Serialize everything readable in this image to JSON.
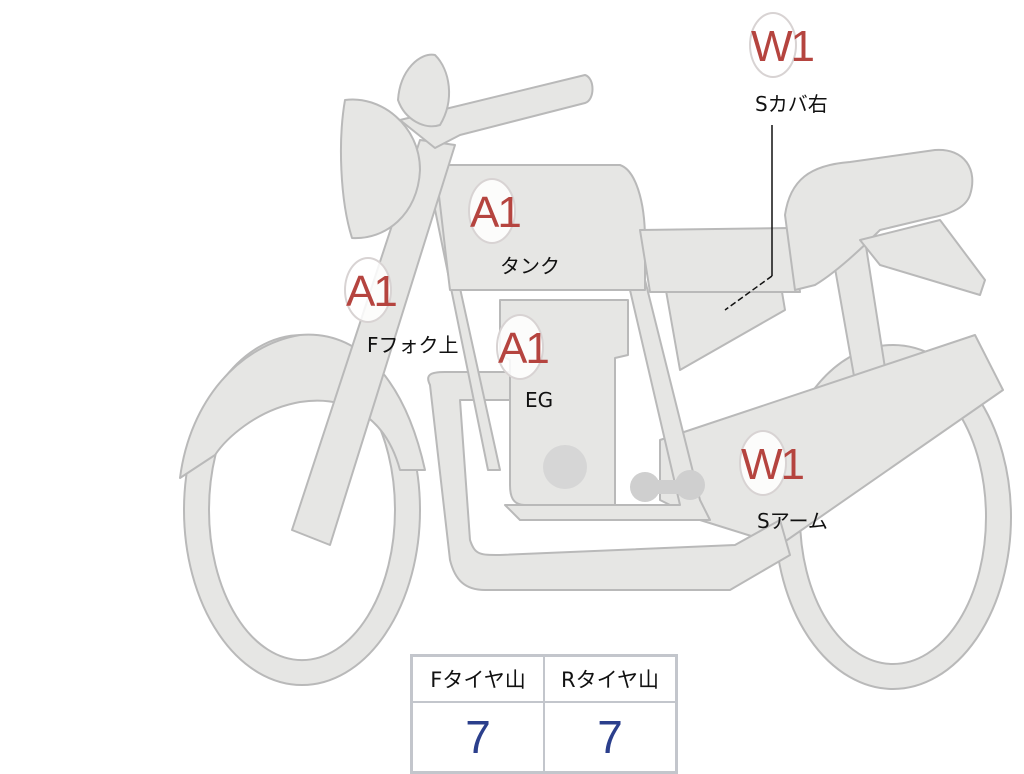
{
  "colors": {
    "body_fill": "#e6e6e4",
    "body_stroke": "#b9b9b9",
    "marker_text": "#b5443f",
    "value_text": "#2b3f8c"
  },
  "markers": [
    {
      "code": "W1",
      "label": "Sカバ右"
    },
    {
      "code": "A1",
      "label": "タンク"
    },
    {
      "code": "A1",
      "label": "Fフォク上"
    },
    {
      "code": "A1",
      "label": "EG"
    },
    {
      "code": "W1",
      "label": "Sアーム"
    }
  ],
  "tyre_table": {
    "headers": [
      "Fタイヤ山",
      "Rタイヤ山"
    ],
    "values": [
      "7",
      "7"
    ]
  }
}
